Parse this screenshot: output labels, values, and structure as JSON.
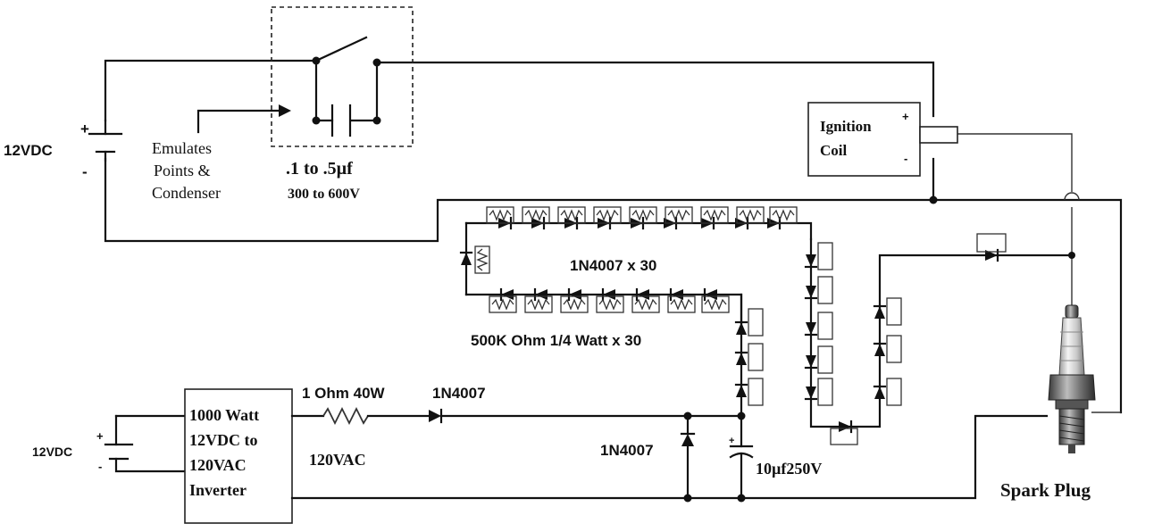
{
  "labels": {
    "battery_main": "12VDC",
    "battery_main_plus": "+",
    "battery_main_minus": "-",
    "emulates_line1": "Emulates",
    "emulates_line2": "Points &",
    "emulates_line3": "Condenser",
    "cap_value": ".1 to .5µf",
    "cap_voltage": "300 to 600V",
    "coil_line1": "Ignition",
    "coil_line2": "Coil",
    "coil_plus": "+",
    "coil_minus": "-",
    "diode_chain": "1N4007 x 30",
    "resistor_chain": "500K Ohm 1/4 Watt  x 30",
    "resistor_1ohm": "1 Ohm 40W",
    "diode_series": "1N4007",
    "ac_label": "120VAC",
    "diode_shunt": "1N4007",
    "cap_storage": "10µf250V",
    "spark_plug": "Spark Plug",
    "inverter_line1": "1000 Watt",
    "inverter_line2": "12VDC to",
    "inverter_line3": "120VAC",
    "inverter_line4": "Inverter",
    "battery_small": "12VDC",
    "battery_small_plus": "+",
    "battery_small_minus": "-",
    "cap_plus": "+"
  },
  "colors": {
    "wire": "#111111",
    "background": "#ffffff"
  }
}
